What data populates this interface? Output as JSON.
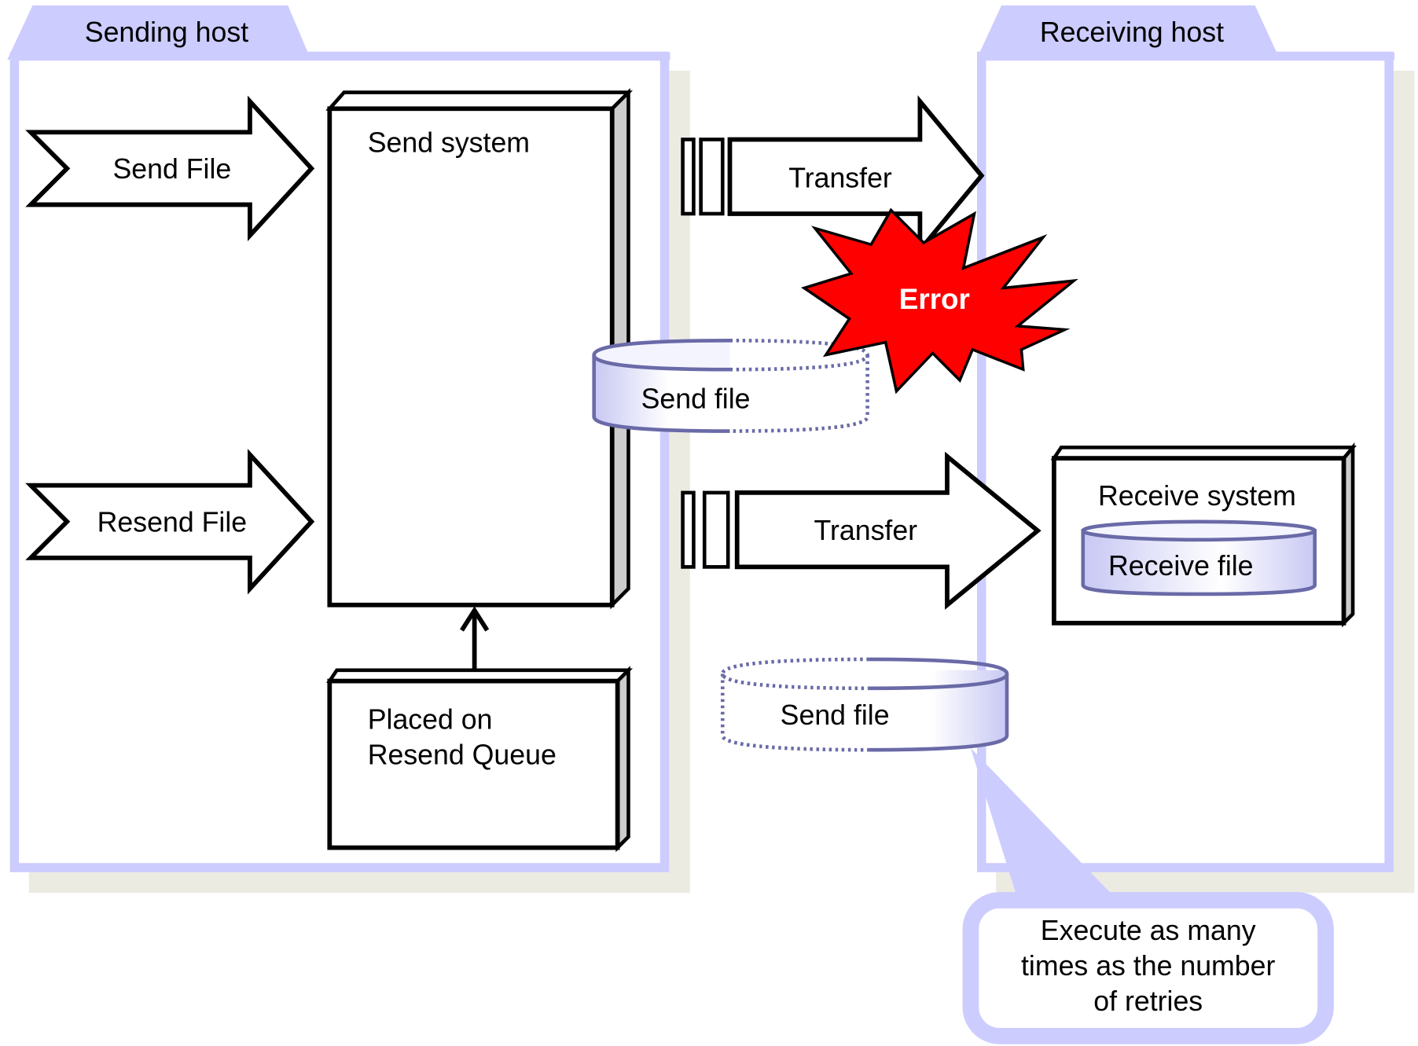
{
  "sending_host": {
    "title": "Sending host",
    "send_file_arrow": "Send File",
    "resend_file_arrow": "Resend File",
    "send_system": "Send system",
    "resend_queue_line1": "Placed on",
    "resend_queue_line2": "Resend Queue"
  },
  "receiving_host": {
    "title": "Receiving host",
    "receive_system": "Receive system",
    "receive_file": "Receive file"
  },
  "transfer_failed": {
    "arrow_label": "Transfer",
    "error_label": "Error",
    "send_file": "Send file"
  },
  "transfer_retry": {
    "arrow_label": "Transfer",
    "send_file": "Send file"
  },
  "callout": {
    "line1": "Execute as many",
    "line2": "times as the number",
    "line3": "of retries"
  },
  "colors": {
    "host_frame": "#ccccff",
    "shadow": "#ecebe2",
    "error_fill": "#ff0000",
    "cylinder_stroke": "#6a6aa8"
  }
}
